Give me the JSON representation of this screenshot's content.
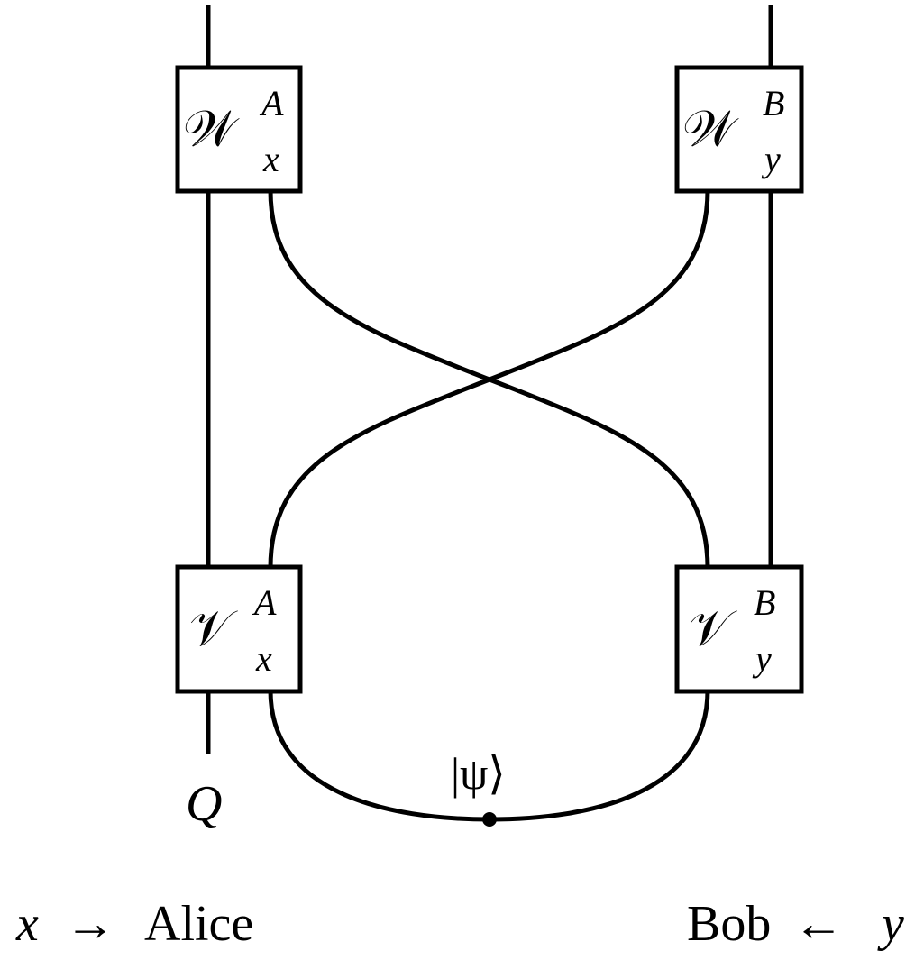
{
  "diagram": {
    "type": "quantum circuit / tensor network",
    "boxes": {
      "w_alice": {
        "symbol": "𝒲",
        "superscript": "A",
        "subscript": "x"
      },
      "w_bob": {
        "symbol": "𝒲",
        "superscript": "B",
        "subscript": "y"
      },
      "v_alice": {
        "symbol": "𝒱",
        "superscript": "A",
        "subscript": "x"
      },
      "v_bob": {
        "symbol": "𝒱",
        "superscript": "B",
        "subscript": "y"
      }
    },
    "state_label": "|ψ⟩",
    "system_label": "Q",
    "alice": {
      "input": "x",
      "arrow": "→",
      "name": "Alice"
    },
    "bob": {
      "name": "Bob",
      "arrow": "←",
      "input": "y"
    },
    "colors": {
      "stroke": "#000000",
      "background": "#ffffff"
    }
  }
}
